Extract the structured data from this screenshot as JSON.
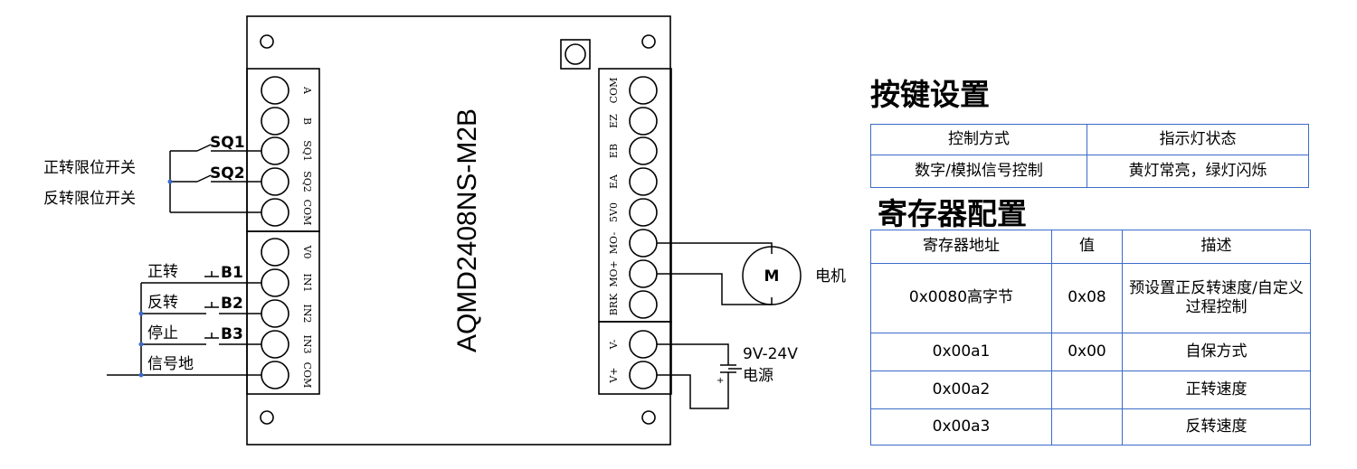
{
  "board": {
    "model": "AQMD2408NS-M2B",
    "left_pins": [
      "A",
      "B",
      "SQ1",
      "SQ2",
      "COM",
      "V0",
      "IN1",
      "IN2",
      "IN3",
      "COM"
    ],
    "right_pins": [
      "COM",
      "EZ",
      "EB",
      "EA",
      "5V0",
      "MO-",
      "MO+",
      "BRK",
      "V-",
      "V+"
    ]
  },
  "wiring": {
    "sq1": "SQ1",
    "sq2": "SQ2",
    "forward_limit": "正转限位开关",
    "reverse_limit": "反转限位开关",
    "b1": "B1",
    "b2": "B2",
    "b3": "B3",
    "forward": "正转",
    "reverse": "反转",
    "stop": "停止",
    "signal_ground": "信号地",
    "motor_symbol": "M",
    "motor_label": "电机",
    "voltage": "9V-24V",
    "power_label": "电源",
    "cap_plus": "+"
  },
  "key_settings": {
    "title": "按键设置",
    "headers": [
      "控制方式",
      "指示灯状态"
    ],
    "rows": [
      [
        "数字/模拟信号控制",
        "黄灯常亮，绿灯闪烁"
      ]
    ]
  },
  "register_config": {
    "title": "寄存器配置",
    "headers": [
      "寄存器地址",
      "值",
      "描述"
    ],
    "rows": [
      [
        "0x0080高字节",
        "0x08",
        "预设置正反转速度/自定义过程控制"
      ],
      [
        "0x00a1",
        "0x00",
        "自保方式"
      ],
      [
        "0x00a2",
        "",
        "正转速度"
      ],
      [
        "0x00a3",
        "",
        "反转速度"
      ]
    ]
  },
  "colors": {
    "wire": "#000000",
    "table_border": "#3b6bc9",
    "junction": "#3b6bc9"
  }
}
